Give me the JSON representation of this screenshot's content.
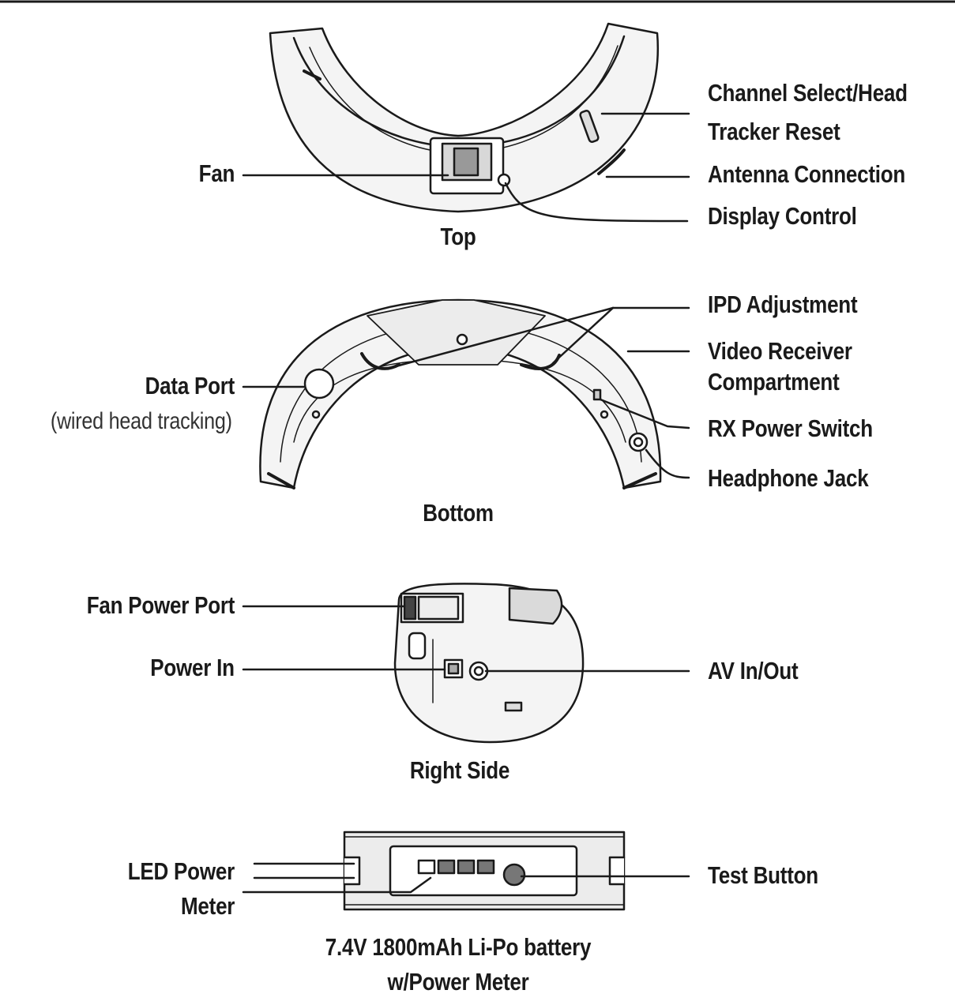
{
  "top": {
    "caption": "Top",
    "fan": "Fan",
    "channel_select_line1": "Channel Select/Head",
    "channel_select_line2": "Tracker Reset",
    "antenna": "Antenna Connection",
    "display_control": "Display Control"
  },
  "bottom": {
    "caption": "Bottom",
    "data_port": "Data Port",
    "data_port_note": "(wired head tracking)",
    "ipd": "IPD Adjustment",
    "video_receiver_line1": "Video Receiver",
    "video_receiver_line2": "Compartment",
    "rx_power": "RX Power Switch",
    "headphone": "Headphone Jack"
  },
  "right_side": {
    "caption": "Right Side",
    "fan_power_port": "Fan Power Port",
    "power_in": "Power In",
    "av_in_out": "AV In/Out"
  },
  "battery": {
    "caption_line1": "7.4V 1800mAh Li-Po battery",
    "caption_line2": "w/Power Meter",
    "led_line1": "LED Power",
    "led_line2": "Meter",
    "test_button": "Test Button"
  },
  "colors": {
    "ink": "#1a1a1a",
    "shade": "#e6e6e6",
    "dark": "#555555"
  }
}
